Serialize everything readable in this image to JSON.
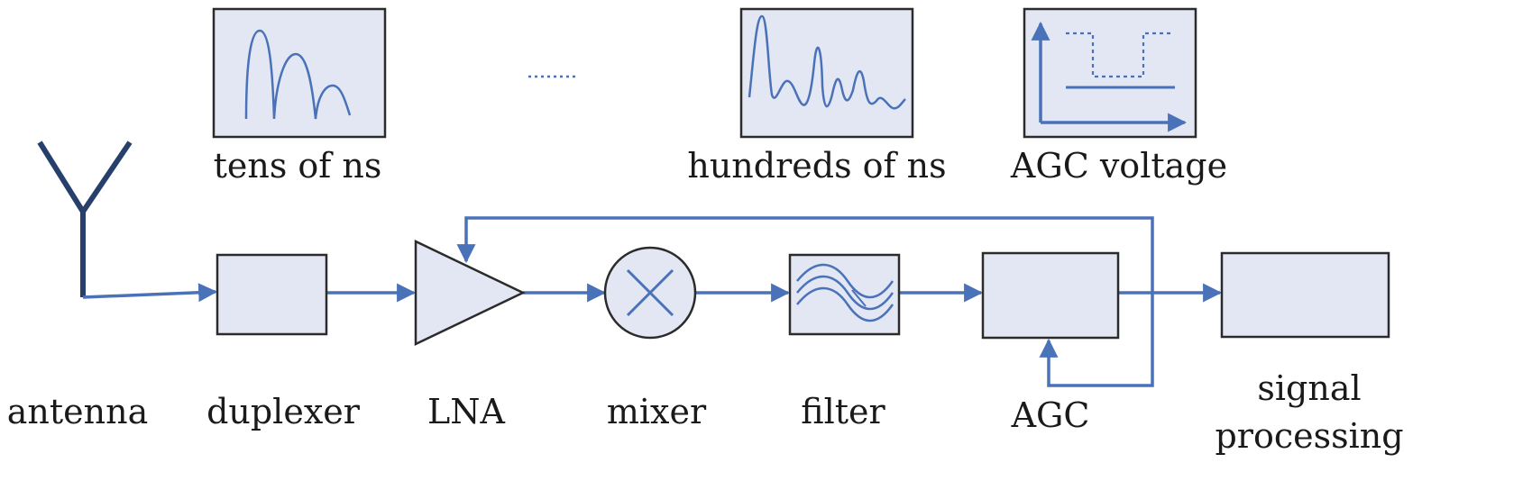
{
  "labels": {
    "tens": "tens of ns",
    "hundreds": "hundreds of ns",
    "agc_voltage": "AGC voltage",
    "antenna": "antenna",
    "duplexer": "duplexer",
    "lna": "LNA",
    "mixer": "mixer",
    "filter": "filter",
    "agc": "AGC",
    "signal_processing_1": "signal",
    "signal_processing_2": "processing"
  },
  "colors": {
    "wire": "#4a72b8",
    "box_fill": "#e3e6f3",
    "outline": "#2b2b2b",
    "antenna": "#26406b"
  }
}
